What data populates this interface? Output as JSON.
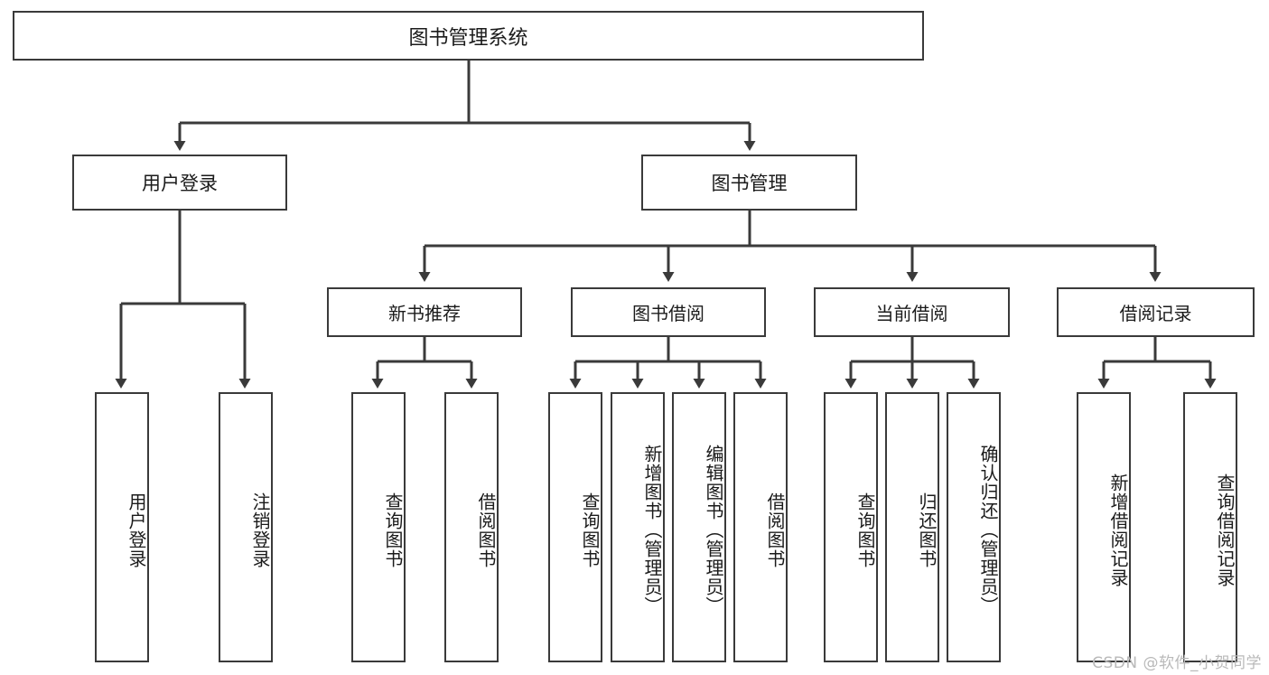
{
  "diagram": {
    "title_node": {
      "label": "图书管理系统"
    },
    "level1": [
      {
        "id": "user-login",
        "label": "用户登录"
      },
      {
        "id": "book-manage",
        "label": "图书管理"
      }
    ],
    "level2": [
      {
        "id": "new-book-recommend",
        "label": "新书推荐"
      },
      {
        "id": "book-borrow",
        "label": "图书借阅"
      },
      {
        "id": "current-borrow",
        "label": "当前借阅"
      },
      {
        "id": "borrow-record",
        "label": "借阅记录"
      }
    ],
    "leaves": [
      {
        "id": "leaf-user-login",
        "label": "用户登录"
      },
      {
        "id": "leaf-user-logout",
        "label": "注销登录"
      },
      {
        "id": "leaf-query-book-1",
        "label": "查询图书"
      },
      {
        "id": "leaf-borrow-book-1",
        "label": "借阅图书"
      },
      {
        "id": "leaf-query-book-2",
        "label": "查询图书"
      },
      {
        "id": "leaf-add-book",
        "label": "新增图书（管理员）"
      },
      {
        "id": "leaf-edit-book",
        "label": "编辑图书（管理员）"
      },
      {
        "id": "leaf-borrow-book-2",
        "label": "借阅图书"
      },
      {
        "id": "leaf-query-book-3",
        "label": "查询图书"
      },
      {
        "id": "leaf-return-book",
        "label": "归还图书"
      },
      {
        "id": "leaf-confirm-return",
        "label": "确认归还（管理员）"
      },
      {
        "id": "leaf-add-record",
        "label": "新增借阅记录"
      },
      {
        "id": "leaf-query-record",
        "label": "查询借阅记录"
      }
    ],
    "watermark": "CSDN @软件_小贺同学",
    "colors": {
      "border": "#3a3a3a",
      "text": "#1b1b1b",
      "background": "#ffffff",
      "watermark": "#b9b9b9"
    }
  }
}
